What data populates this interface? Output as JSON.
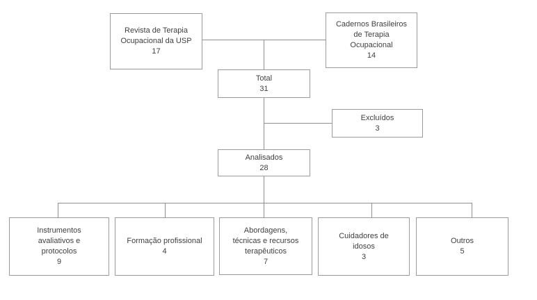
{
  "flowchart": {
    "sources": {
      "revista": {
        "label": "Revista de Terapia\nOcupacional da USP",
        "count": "17"
      },
      "cadernos": {
        "label": "Cadernos Brasileiros\nde Terapia\nOcupacional",
        "count": "14"
      }
    },
    "total": {
      "label": "Total",
      "count": "31"
    },
    "excluidos": {
      "label": "Excluídos",
      "count": "3"
    },
    "analisados": {
      "label": "Analisados",
      "count": "28"
    },
    "categories": {
      "instrumentos": {
        "label": "Instrumentos\navaliativos e\nprotocolos",
        "count": "9"
      },
      "formacao": {
        "label": "Formação profissional",
        "count": "4"
      },
      "abordagens": {
        "label": "Abordagens,\ntécnicas e recursos\nterapêuticos",
        "count": "7"
      },
      "cuidadores": {
        "label": "Cuidadores de\nidosos",
        "count": "3"
      },
      "outros": {
        "label": "Outros",
        "count": "5"
      }
    },
    "colors": {
      "box_border": "#9a9a9a",
      "connector_line": "#8f8f8f",
      "text": "#3f3f3f",
      "background": "#ffffff"
    }
  }
}
